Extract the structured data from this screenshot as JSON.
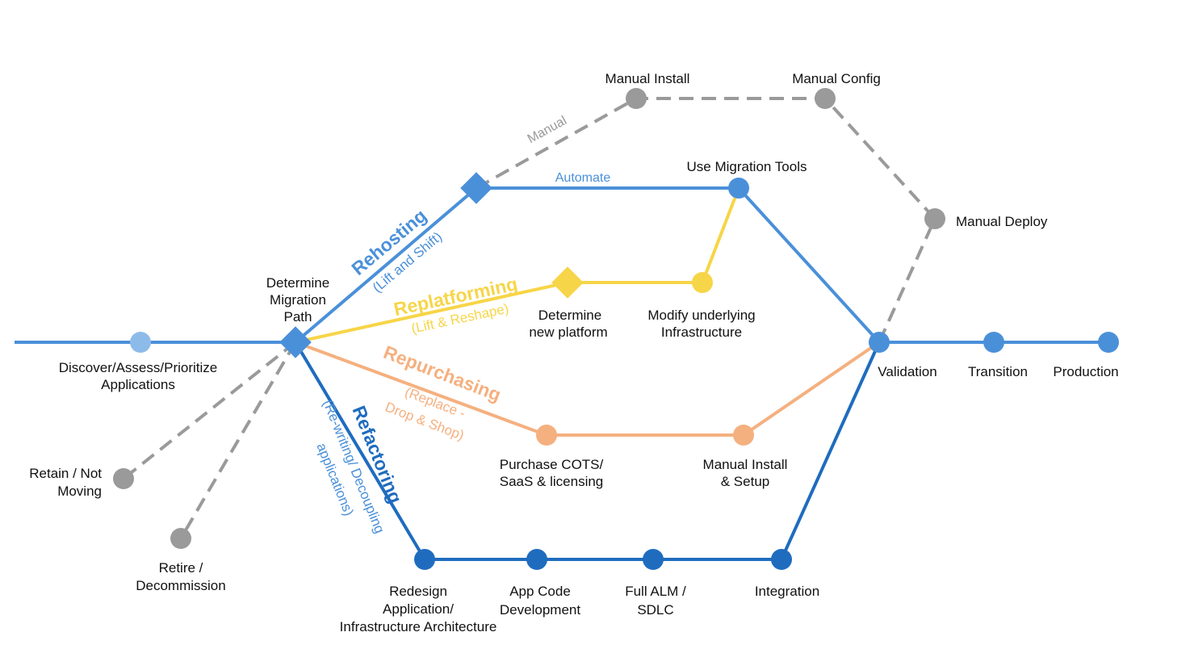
{
  "colors": {
    "main": "#4a90d9",
    "light": "#8dbbe9",
    "dark": "#1f6cbf",
    "yellow": "#f7d548",
    "orange": "#f5b07f",
    "gray": "#9a9a9a"
  },
  "routes": {
    "rehosting": {
      "title": "Rehosting",
      "sub": "(Lift and Shift)",
      "manual": "Manual",
      "automate": "Automate"
    },
    "replatforming": {
      "title": "Replatforming",
      "sub": "(Lift & Reshape)"
    },
    "repurchasing": {
      "title": "Repurchasing",
      "sub1": "(Replace -",
      "sub2": "Drop & Shop)"
    },
    "refactoring": {
      "title": "Refactoring",
      "sub1": "(Re-writing/ Decoupling",
      "sub2": "applications)"
    }
  },
  "labels": {
    "discover": [
      "Discover/Assess/Prioritize",
      "Applications"
    ],
    "determine_path": [
      "Determine",
      "Migration",
      "Path"
    ],
    "retain": [
      "Retain / Not",
      "Moving"
    ],
    "retire": [
      "Retire /",
      "Decommission"
    ],
    "manual_install": "Manual Install",
    "manual_config": "Manual Config",
    "manual_deploy": "Manual Deploy",
    "use_migration_tools": "Use Migration Tools",
    "determine_platform": [
      "Determine",
      "new platform"
    ],
    "modify_infra": [
      "Modify underlying",
      "Infrastructure"
    ],
    "validation": "Validation",
    "transition": "Transition",
    "production": "Production",
    "purchase_cots": [
      "Purchase COTS/",
      "SaaS & licensing"
    ],
    "manual_install_setup": [
      "Manual Install",
      "& Setup"
    ],
    "redesign": [
      "Redesign",
      "Application/",
      "Infrastructure Architecture"
    ],
    "app_code": [
      "App Code",
      "Development"
    ],
    "full_alm": [
      "Full ALM /",
      "SDLC"
    ],
    "integration": "Integration"
  }
}
